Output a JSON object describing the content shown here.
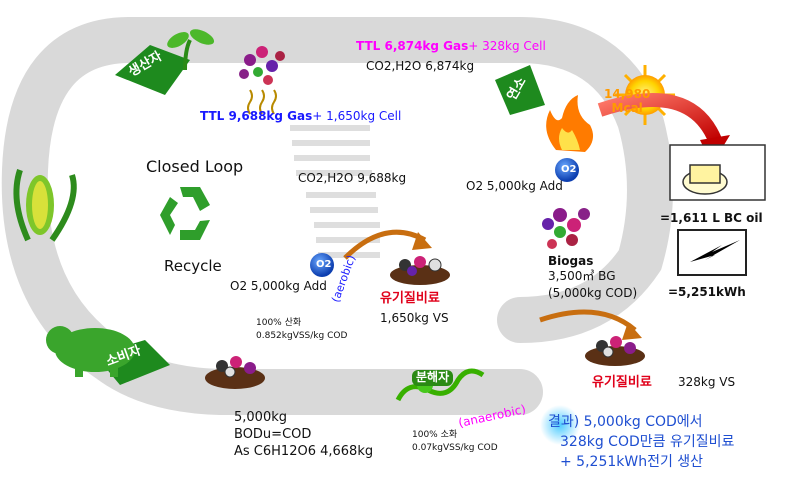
{
  "diagram": {
    "loop_title": "Closed Loop",
    "recycle_label": "Recycle",
    "producer_label": "생산자",
    "consumer_label": "소비자",
    "decomposer_label": "분해자",
    "combustion_label": "연소",
    "top_cell_gas": {
      "ttl": "TTL 6,874kg Gas",
      "cell": "+ 328kg Cell"
    },
    "top_co2": "CO2,H2O 6,874kg",
    "mid_cell_gas": {
      "ttl": "TTL 9,688kg Gas",
      "cell": "+ 1,650kg Cell"
    },
    "mid_co2": "CO2,H2O 9,688kg",
    "o2_add_right": "O2 5,000kg Add",
    "o2_add_left": "O2 5,000kg Add",
    "o2_symbol": "O2",
    "energy": {
      "value": "14,980",
      "unit": "Mcal"
    },
    "bc_oil": "=1,611 L BC oil",
    "kwh": "=5,251kWh",
    "biogas": {
      "title": "Biogas",
      "line1": "3,500㎥ BG",
      "line2": "(5,000kg COD)"
    },
    "aerobic": "(aerobic)",
    "anaerobic": "(anaerobic)",
    "organic_fert_upper": {
      "label": "유기질비료",
      "amount": "1,650kg VS"
    },
    "organic_fert_lower": {
      "label": "유기질비료",
      "amount": "328kg VS"
    },
    "aerobic_note": {
      "line1": "100% 산화",
      "line2": "0.852kgVSS/kg COD"
    },
    "anaerobic_note": {
      "line1": "100% 소화",
      "line2": "0.07kgVSS/kg COD"
    },
    "waste": {
      "line1": "5,000kg",
      "line2": "BODu=COD",
      "line3": "As C6H12O6 4,668kg"
    },
    "result": {
      "line1": "결과) 5,000kg COD에서",
      "line2": "328kg COD만큼 유기질비료",
      "line3": "+ 5,251kWh전기 생산"
    },
    "colors": {
      "loop_gray": "#d8d8d8",
      "arrow_green": "#1e8a1e",
      "magenta": "#ff00ff",
      "blue_title": "#1a1aff",
      "red_text": "#e0001a",
      "result_blue": "#1f4fd1",
      "orange_text": "#ff9a00"
    }
  }
}
